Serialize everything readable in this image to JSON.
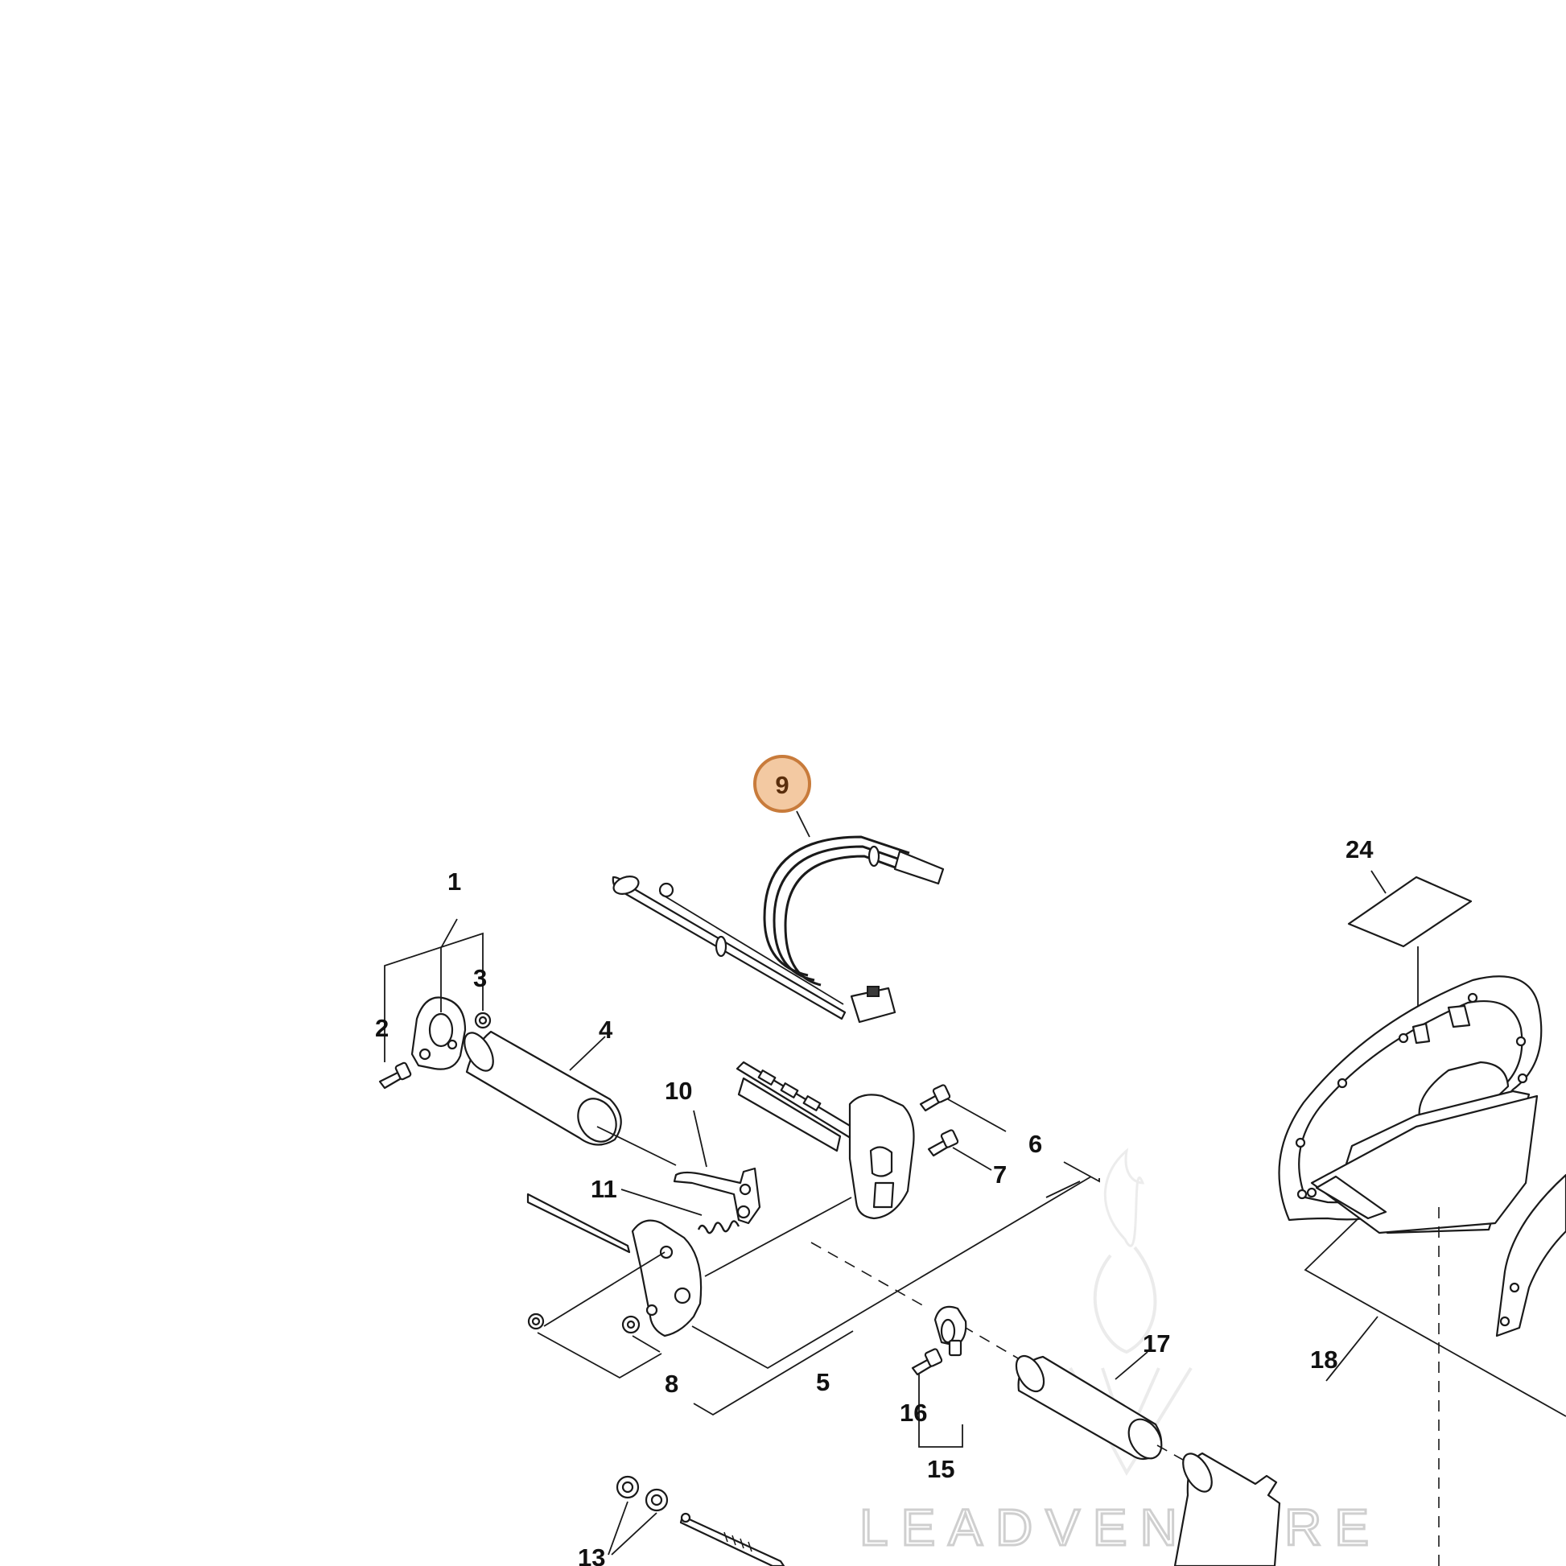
{
  "highlighted_callout": {
    "label": "9",
    "color": "#f3c9a2",
    "border_color": "#c87b3b"
  },
  "callouts": [
    {
      "id": "c1",
      "label": "1"
    },
    {
      "id": "c2",
      "label": "2"
    },
    {
      "id": "c3",
      "label": "3"
    },
    {
      "id": "c4",
      "label": "4"
    },
    {
      "id": "c5",
      "label": "5"
    },
    {
      "id": "c6",
      "label": "6"
    },
    {
      "id": "c7",
      "label": "7"
    },
    {
      "id": "c8",
      "label": "8"
    },
    {
      "id": "c10",
      "label": "10"
    },
    {
      "id": "c11",
      "label": "11"
    },
    {
      "id": "c13",
      "label": "13"
    },
    {
      "id": "c15",
      "label": "15"
    },
    {
      "id": "c16",
      "label": "16"
    },
    {
      "id": "c17",
      "label": "17"
    },
    {
      "id": "c18",
      "label": "18"
    },
    {
      "id": "c24",
      "label": "24"
    }
  ],
  "watermark": {
    "text": "LEADVENTURE"
  }
}
